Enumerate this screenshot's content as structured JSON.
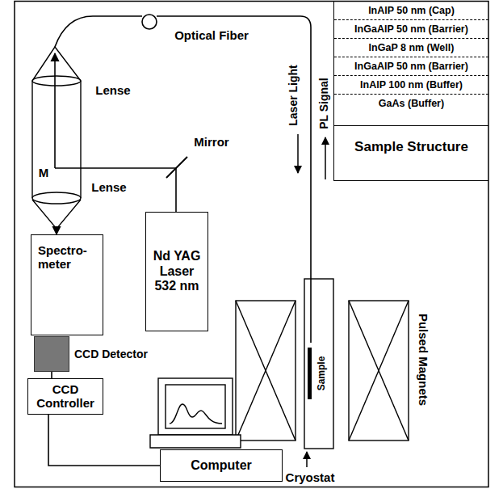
{
  "diagram": {
    "nodes": [
      {
        "text": [
          "Nd YAG Laser 532 nm"
        ]
      },
      {
        "text": [
          "Spectro- meter"
        ]
      },
      {
        "text": [
          "CCD Detector"
        ]
      },
      {
        "text": [
          "CCD Controller"
        ]
      },
      {
        "text": [
          "Computer"
        ]
      },
      {
        "text": [
          "InAlP 50 nm (Cap)",
          "InGaAlP 50 nm (Barrier)",
          "InGaP 8 nm (Well)",
          "InGaAlP 50 nm (Barrier)",
          "InAlP 100 nm (Buffer)",
          "GaAs (Buffer)",
          "Sample Structure"
        ]
      }
    ],
    "edges": [
      {
        "from": 2,
        "to": 3,
        "arrow": "none"
      },
      {
        "from": 3,
        "to": 4,
        "arrow": "none"
      }
    ],
    "labels": [
      "Optical Fiber",
      "Lense",
      "M",
      "Mirror",
      "Lense",
      "Laser Light",
      "PL Signal",
      "Pulsed Magnets",
      "Sample",
      "Cryostat"
    ]
  }
}
